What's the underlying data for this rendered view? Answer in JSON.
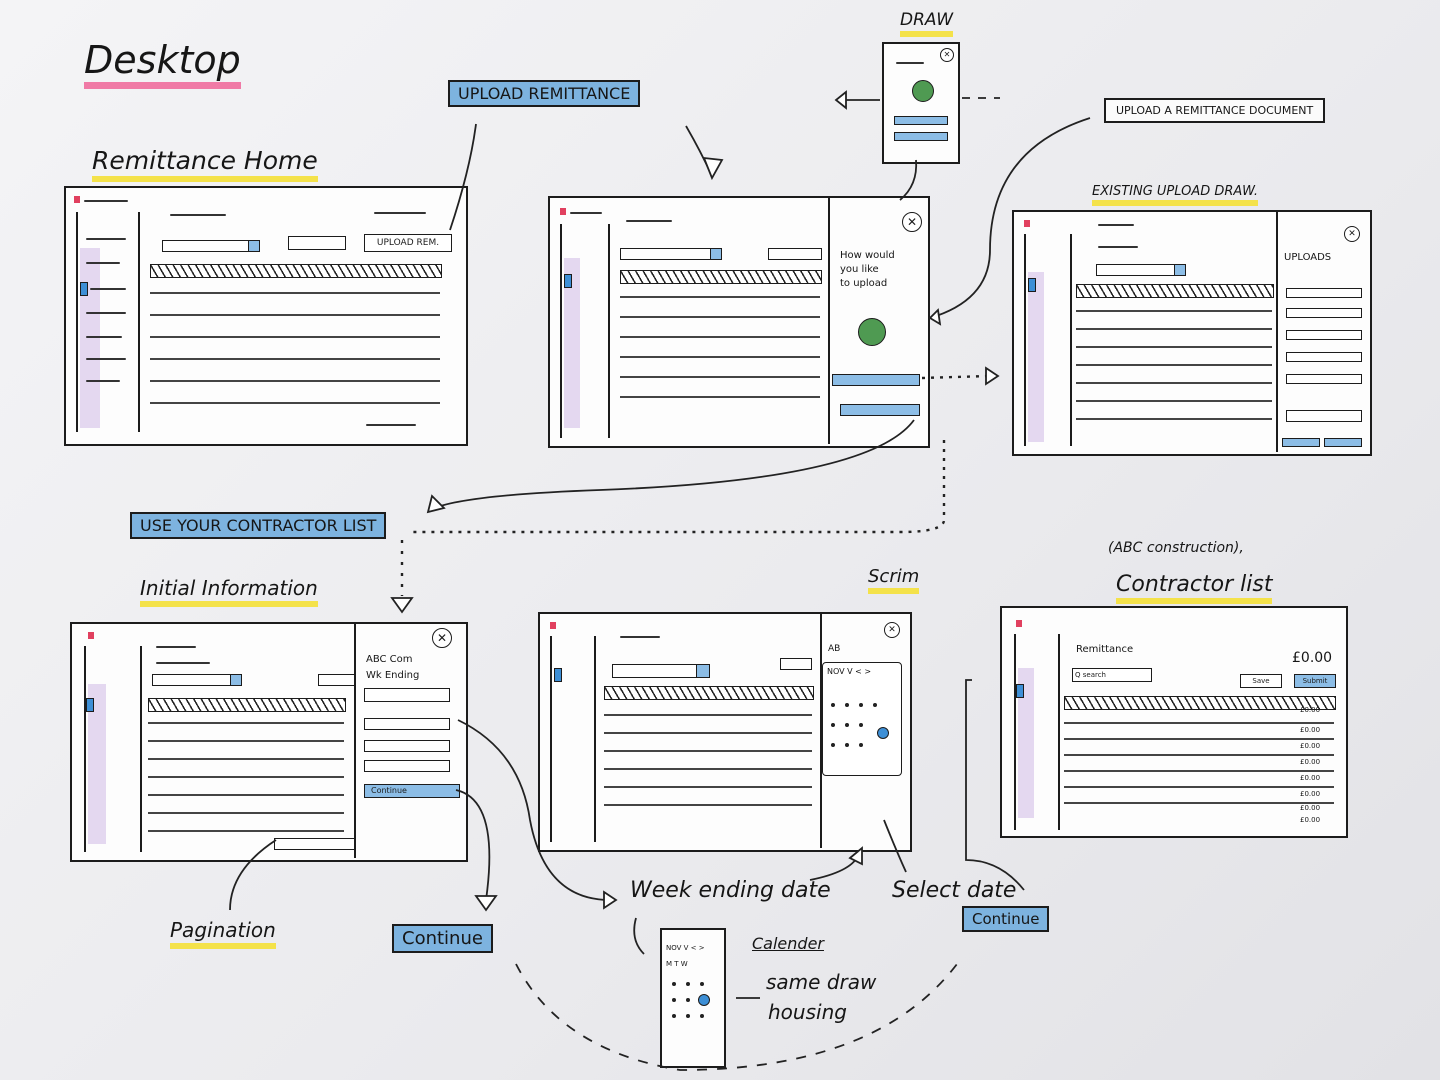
{
  "title": "Desktop",
  "screens": {
    "home": {
      "label": "Remittance Home",
      "upload_button": "UPLOAD REM."
    },
    "drawer": {
      "text1": "How would",
      "text2": "you like",
      "text3": "to upload"
    },
    "existing": {
      "label": "EXISTING UPLOAD DRAW.",
      "panel_title": "UPLOADS"
    },
    "initial": {
      "label": "Initial Information",
      "line1": "ABC Com",
      "line2": "Wk Ending",
      "continue": "Continue"
    },
    "scrim": {
      "label": "Scrim",
      "field": "AB",
      "month": "NOV V  < >"
    },
    "contractor": {
      "label_top": "(ABC construction),",
      "label": "Contractor list",
      "page_title": "Remittance",
      "total": "£0.00",
      "search": "Q search",
      "save": "Save",
      "submit": "Submit",
      "values": [
        "£0.00",
        "£0.00",
        "£0.00",
        "£0.00",
        "£0.00",
        "£0.00",
        "£0.00",
        "£0.00"
      ]
    }
  },
  "callouts": {
    "upload_remittance": "UPLOAD REMITTANCE",
    "draw": "DRAW",
    "upload_doc": "UPLOAD A REMITTANCE DOCUMENT",
    "use_contractor": "USE YOUR CONTRACTOR LIST",
    "pagination": "Pagination",
    "continue_1": "Continue",
    "week_ending": "Week ending date",
    "calendar": "Calender",
    "same_draw": "same draw",
    "housing": "housing",
    "select_date": "Select date",
    "continue_2": "Continue",
    "calendar_month": "NOV V < >",
    "calendar_days": "M T W"
  },
  "colors": {
    "blue": "#7db3df",
    "yellow": "#f4e24a",
    "pink": "#f07aa6",
    "purple": "#d9c8ea",
    "green": "#4f9a52",
    "red": "#e1405f"
  }
}
